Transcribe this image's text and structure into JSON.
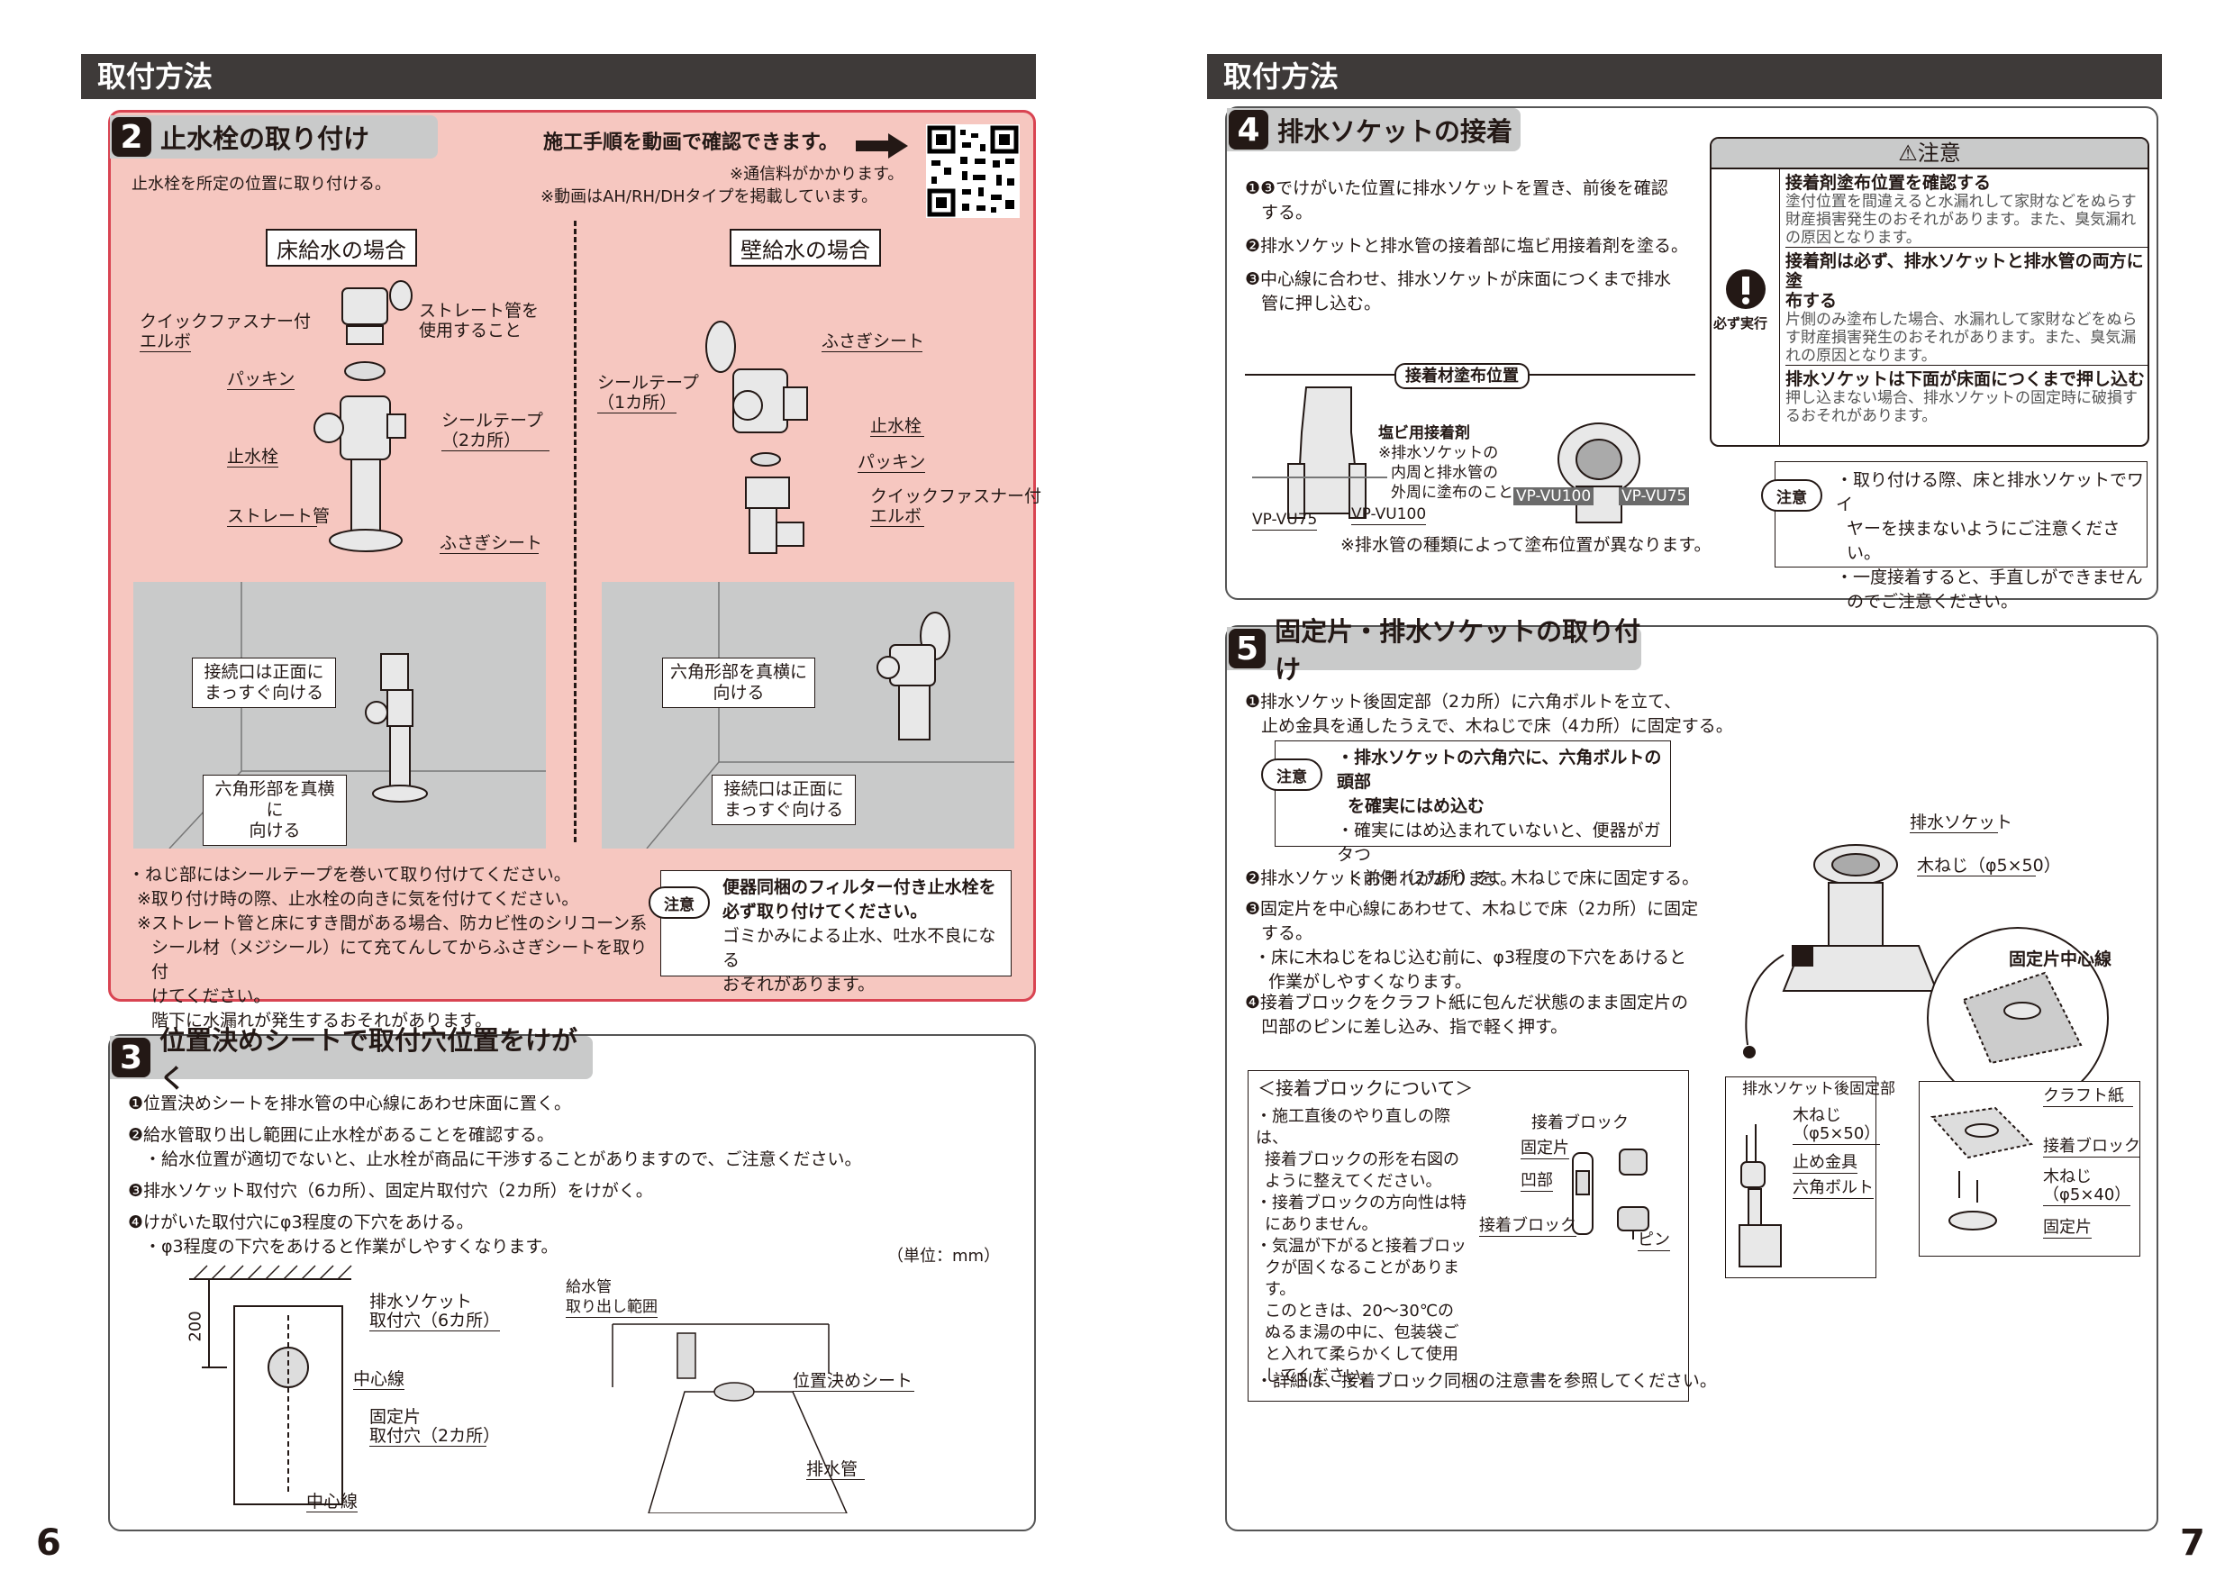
{
  "header": {
    "left": "取付方法",
    "right": "取付方法"
  },
  "page_numbers": {
    "left": "6",
    "right": "7"
  },
  "s2": {
    "num": "2",
    "title": "止水栓の取り付け",
    "video": "施工手順を動画で確認できます。",
    "note1": "※通信料がかかります。",
    "note2": "※動画はAH/RH/DHタイプを掲載しています。",
    "intro": "止水栓を所定の位置に取り付ける。",
    "floor": "床給水の場合",
    "wall": "壁給水の場合",
    "fl": {
      "elbow1": "クイックファスナー付",
      "elbow2": "エルボ",
      "straight1": "ストレート管を",
      "straight2": "使用すること",
      "packing": "パッキン",
      "seal1": "シールテープ",
      "seal2": "（2カ所）",
      "valve": "止水栓",
      "pipe": "ストレート管",
      "plate": "ふさぎシート"
    },
    "wl": {
      "plate": "ふさぎシート",
      "seal1": "シールテープ",
      "seal2": "（1カ所）",
      "valve": "止水栓",
      "packing": "パッキン",
      "elbow1": "クイックファスナー付",
      "elbow2": "エルボ"
    },
    "c1": {
      "a": "接続口は正面に",
      "b": "まっすぐ向ける"
    },
    "c2": {
      "a": "六角形部を真横に",
      "b": "向ける"
    },
    "c3": {
      "a": "六角形部を真横に",
      "b": "向ける"
    },
    "c4": {
      "a": "接続口は正面に",
      "b": "まっすぐ向ける"
    },
    "notes": [
      "・ねじ部にはシールテープを巻いて取り付けてください。",
      "※取り付け時の際、止水栓の向きに気を付けてください。",
      "※ストレート管と床にすき間がある場合、防カビ性のシリコーン系",
      "シール材（メジシール）にて充てんしてからふさぎシートを取り付",
      "けてください。",
      "階下に水漏れが発生するおそれがあります。"
    ],
    "caution_icon": "注意",
    "caution": [
      "便器同梱のフィルター付き止水栓を",
      "必ず取り付けてください。",
      "ゴミかみによる止水、吐水不良になる",
      "おそれがあります。"
    ]
  },
  "s3": {
    "num": "3",
    "title": "位置決めシートで取付穴位置をけがく",
    "steps": [
      "❶位置決めシートを排水管の中心線にあわせ床面に置く。",
      "❷給水管取り出し範囲に止水栓があることを確認する。",
      "・給水位置が適切でないと、止水栓が商品に干渉することがありますので、ご注意ください。",
      "❸排水ソケット取付穴（6カ所）、固定片取付穴（2カ所）をけがく。",
      "❹けがいた取付穴にφ3程度の下穴をあける。",
      "・φ3程度の下穴をあけると作業がしやすくなります。"
    ],
    "unit": "（単位：mm）",
    "dim": "200",
    "l_socket1": "排水ソケット",
    "l_socket2": "取付穴（6カ所）",
    "l_center1": "中心線",
    "l_fix1": "固定片",
    "l_fix2": "取付穴（2カ所）",
    "l_center2": "中心線",
    "l_supply1": "給水管",
    "l_supply2": "取り出し範囲",
    "l_sheet": "位置決めシート",
    "l_drain": "排水管"
  },
  "s4": {
    "num": "4",
    "title": "排水ソケットの接着",
    "steps": [
      "❶❸でけがいた位置に排水ソケットを置き、前後を確認",
      "する。",
      "❷排水ソケットと排水管の接着部に塩ビ用接着剤を塗る。",
      "❸中心線に合わせ、排水ソケットが床面につくまで排水",
      "管に押し込む。"
    ],
    "adh": "接着材塗布位置",
    "adh1": "塩ビ用接着剤",
    "adh2": "※排水ソケットの",
    "adh3": "内周と排水管の",
    "adh4": "外周に塗布のこと。",
    "vp1": "VP-VU100",
    "vp2": "VP-VU75",
    "vp3": "VP-VU75",
    "vp4": "VP-VU100",
    "vp_note": "※排水管の種類によって塗布位置が異なります。",
    "warn_title": "⚠注意",
    "must": "必ず実行",
    "warn": [
      {
        "h": "接着剤塗布位置を確認する",
        "b": [
          "塗付位置を間違えると水漏れして家財などをぬらす",
          "財産損害発生のおそれがあります。また、臭気漏れ",
          "の原因となります。"
        ]
      },
      {
        "h": "接着剤は必ず、排水ソケットと排水管の両方に塗",
        "h2": "布する",
        "b": [
          "片側のみ塗布した場合、水漏れして家財などをぬら",
          "す財産損害発生のおそれがあります。また、臭気漏",
          "れの原因となります。"
        ]
      },
      {
        "h": "排水ソケットは下面が床面につくまで押し込む",
        "b": [
          "押し込まない場合、排水ソケットの固定時に破損す",
          "るおそれがあります。"
        ]
      }
    ],
    "caution_icon": "注意",
    "caution": [
      "・取り付ける際、床と排水ソケットでワイ",
      "ヤーを挟まないようにご注意ください。",
      "・一度接着すると、手直しができません",
      "のでご注意ください。"
    ]
  },
  "s5": {
    "num": "5",
    "title": "固定片・排水ソケットの取り付け",
    "s1": [
      "❶排水ソケット後固定部（2カ所）に六角ボルトを立て、",
      "止め金具を通したうえで、木ねじで床（4カ所）に固定する。"
    ],
    "caution_icon": "注意",
    "c1": [
      "・排水ソケットの六角穴に、六角ボルトの頭部",
      "を確実にはめ込む",
      "・確実にはめ込まれていないと、便器がガタつ",
      "くおそれがあります。"
    ],
    "s2": "❷排水ソケット前側（2カ所）を、木ねじで床に固定する。",
    "s3": [
      "❸固定片を中心線にあわせて、木ねじで床（2カ所）に固定",
      "する。",
      "・床に木ねじをねじ込む前に、φ3程度の下穴をあけると",
      "作業がしやすくなります。"
    ],
    "s4": [
      "❹接着ブロックをクラフト紙に包んだ状態のまま固定片の",
      "凹部のピンに差し込み、指で軽く押す。"
    ],
    "block_title": "＜接着ブロックについて＞",
    "block": [
      "・施工直後のやり直しの際は、",
      "接着ブロックの形を右図の",
      "ように整えてください。",
      "・接着ブロックの方向性は特",
      "にありません。",
      "・気温が下がると接着ブロッ",
      "クが固くなることがありま",
      "す。",
      "このときは、20〜30℃の",
      "ぬるま湯の中に、包装袋ご",
      "と入れて柔らかくして使用",
      "してください。"
    ],
    "block_end": "・詳細は、接着ブロック同梱の注意書を参照してください。",
    "bl": {
      "a": "接着ブロック",
      "b": "固定片",
      "c": "凹部",
      "d": "接着ブロック",
      "e": "ピン"
    },
    "il": {
      "socket": "排水ソケット",
      "screw": "木ねじ（φ5×50）",
      "center": "固定片中心線",
      "rear": "排水ソケット後固定部",
      "screw2a": "木ねじ",
      "screw2b": "（φ5×50）",
      "stop": "止め金具",
      "bolt": "六角ボルト",
      "kraft": "クラフト紙",
      "block": "接着ブロック",
      "screw3a": "木ねじ",
      "screw3b": "（φ5×40）",
      "fix": "固定片"
    }
  }
}
